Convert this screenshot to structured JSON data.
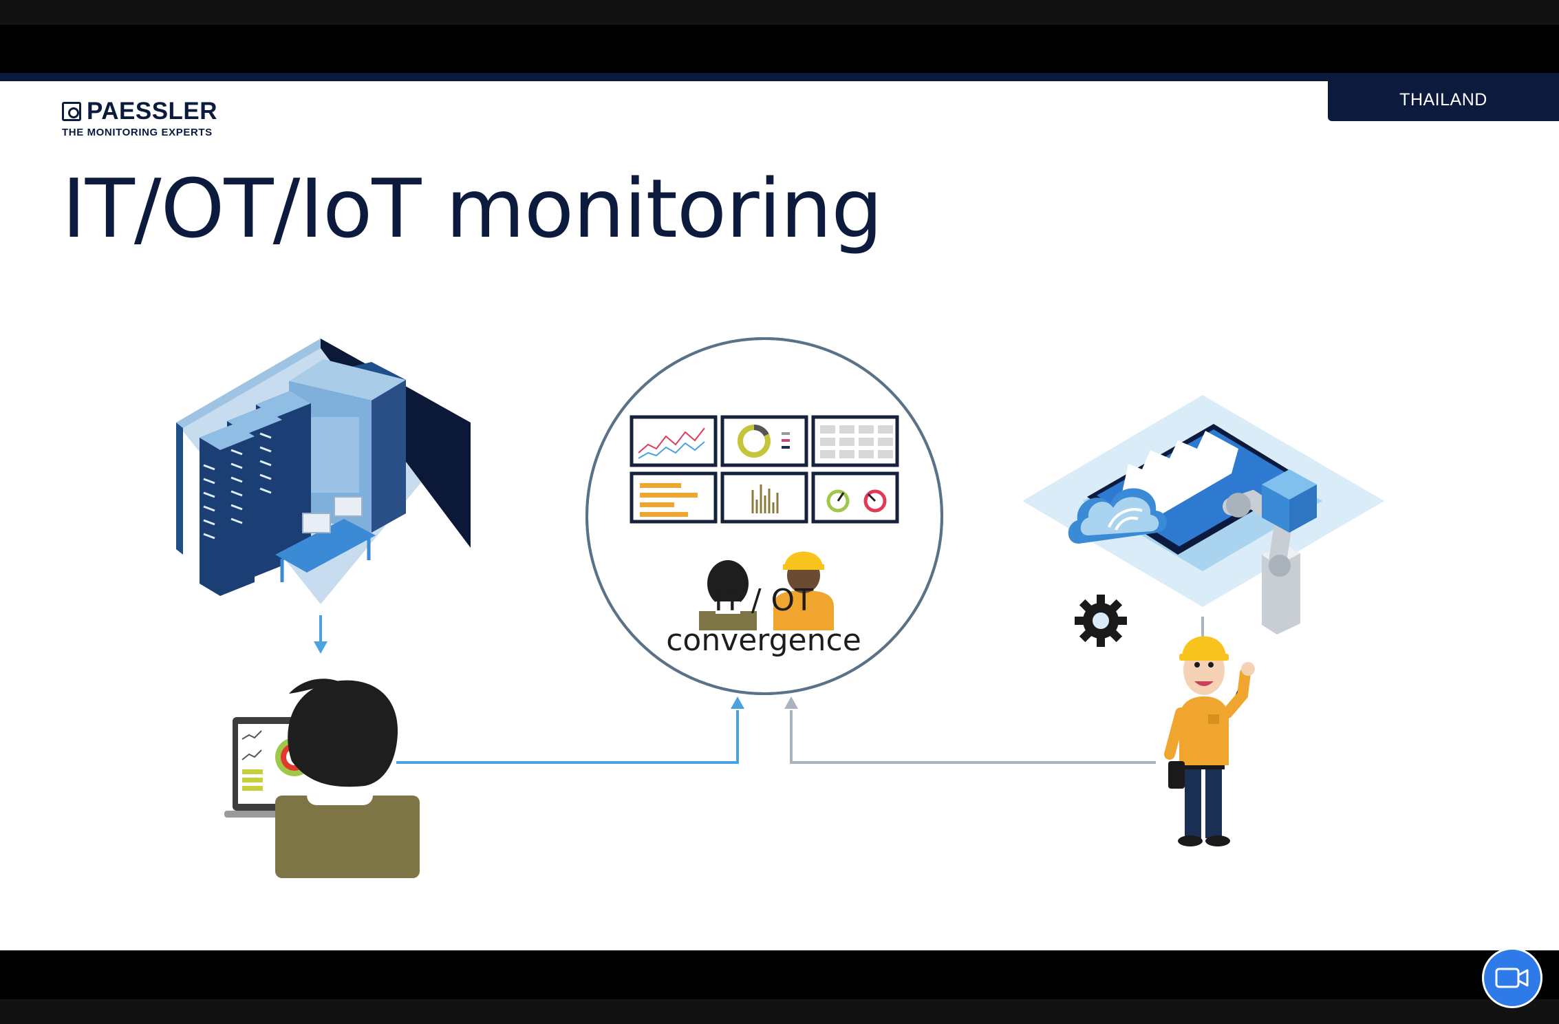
{
  "header": {
    "region_tab": "THAILAND",
    "logo_name": "PAESSLER",
    "logo_tagline": "THE MONITORING EXPERTS"
  },
  "slide": {
    "title": "IT/OT/IoT monitoring",
    "convergence_line1": "IT / OT",
    "convergence_line2": "convergence"
  },
  "colors": {
    "brand_navy": "#0b1a3d",
    "it_arrow": "#4aa3df",
    "ot_arrow": "#a9b4bf",
    "circle": "#5a7288",
    "worker_orange": "#f0a62e",
    "helmet_yellow": "#f7c31c"
  },
  "icons": {
    "logo": "paessler-logo-icon",
    "datacenter": "datacenter-illustration",
    "it_person": "it-admin-illustration",
    "control_room": "control-room-illustration",
    "factory": "smart-factory-illustration",
    "worker": "ot-worker-illustration",
    "video": "video-camera-icon"
  }
}
